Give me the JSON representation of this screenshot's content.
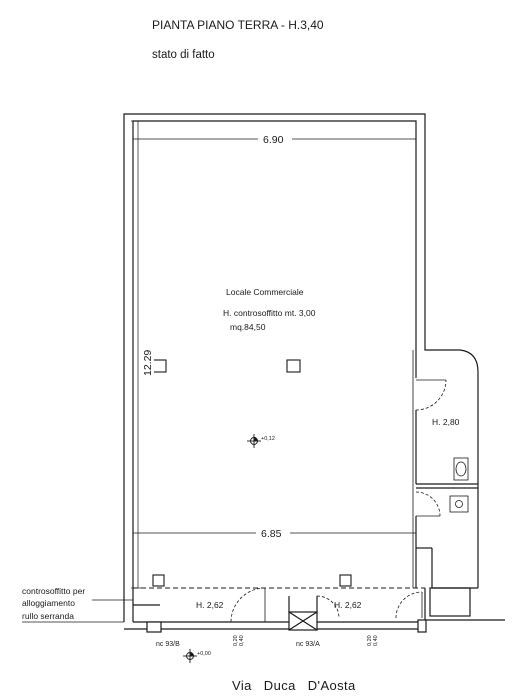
{
  "title": "PIANTA PIANO TERRA - H.3,40",
  "subtitle": "stato di fatto",
  "dimensions": {
    "top_width": "6.90",
    "left_height": "12.29",
    "lower_width": "6.85"
  },
  "room": {
    "name": "Locale Commerciale",
    "ceiling": "H. controsoffitto mt. 3,00",
    "area": "mq.84,50"
  },
  "levels": {
    "center": "+0,12",
    "entrance": "+0,00"
  },
  "service": {
    "height": "H. 2,80"
  },
  "front": {
    "left_height": "H. 2,62",
    "right_height": "H. 2,62",
    "note_line1": "controsoffitto per",
    "note_line2": "alloggiamento",
    "note_line3": "rullo serranda",
    "civic_left": "nc 93/B",
    "civic_right": "nc 93/A",
    "jamb_tag_a1": "0,20",
    "jamb_tag_a2": "0,40",
    "jamb_tag_b1": "0,20",
    "jamb_tag_b2": "0,40"
  },
  "street": "Via   Duca   D'Aosta"
}
